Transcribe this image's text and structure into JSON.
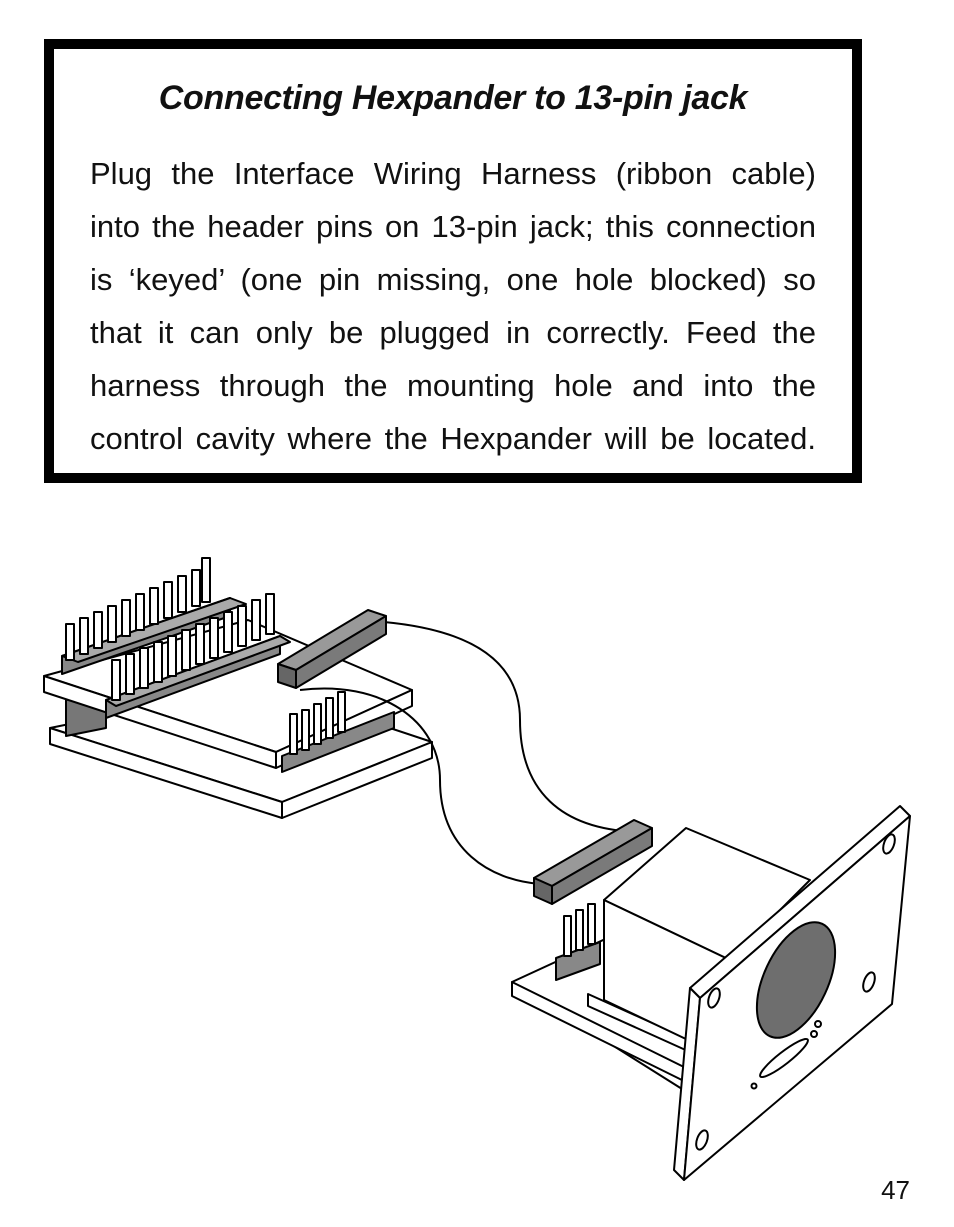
{
  "callout": {
    "title": "Connecting Hexpander to 13-pin jack",
    "body": "Plug the Interface Wiring Harness (ribbon cable) into the header pins on 13-pin jack; this connection is ‘keyed’ (one pin missing, one hole blocked) so that it can only be plugged in correctly. Feed the harness through the mounting hole and into the control cavity where the Hexpander will be located."
  },
  "page": {
    "number": "47"
  },
  "colors": {
    "border": "#000000",
    "connector": "#7a7a7a",
    "hole": "#6e6e6e",
    "paper": "#ffffff"
  }
}
